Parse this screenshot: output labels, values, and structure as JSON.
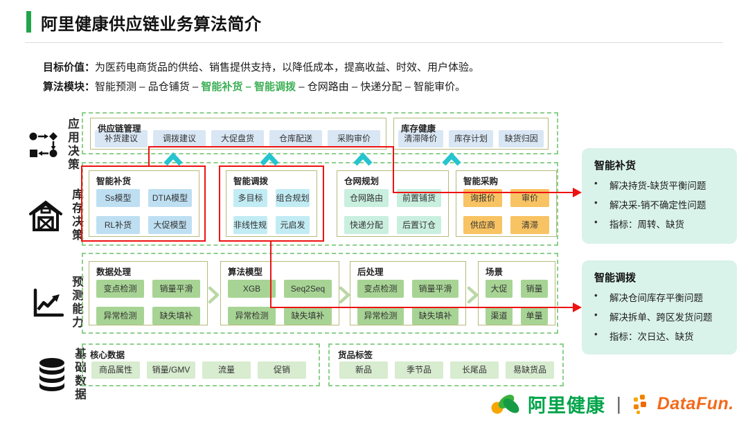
{
  "header": {
    "title": "阿里健康供应链业务算法简介"
  },
  "intro": {
    "value_label": "目标价值：",
    "value_text": "为医药电商货品的供给、销售提供支持，以降低成本，提高收益、时效、用户体验。",
    "module_label": "算法模块：",
    "module_pre": "智能预测 – 品仓铺货 – ",
    "module_highlight": "智能补货 – 智能调拨",
    "module_post": " – 仓网路由 – 快递分配 – 智能审价。"
  },
  "diagram": {
    "rows": [
      {
        "label": "应用决策",
        "icon": "workflow-icon",
        "groups": [
          {
            "title": "供应链管理",
            "chips": [
              "补货建议",
              "调拨建议",
              "大促盘货",
              "仓库配送",
              "采购审价"
            ],
            "chip_color": "#d9e6f4"
          },
          {
            "title": "库存健康",
            "chips": [
              "清滞降价",
              "库存计划",
              "缺货归因"
            ],
            "chip_color": "#d9e6f4"
          }
        ]
      },
      {
        "label": "库存决策",
        "icon": "barn-icon",
        "groups": [
          {
            "title": "智能补货",
            "chips": [
              "Ss模型",
              "DTIA模型",
              "RL补货",
              "大促模型"
            ],
            "chip_color": "#bedff2",
            "highlighted": true
          },
          {
            "title": "智能调拨",
            "chips": [
              "多目标",
              "组合规划",
              "非线性规划",
              "元启发"
            ],
            "chip_color": "#c2ecf4",
            "highlighted": true
          },
          {
            "title": "仓网规划",
            "chips": [
              "仓网路由",
              "前置铺货",
              "快递分配",
              "后置订仓"
            ],
            "chip_color": "#c9efdf"
          },
          {
            "title": "智能采购",
            "chips": [
              "询报价",
              "审价",
              "供应商",
              "清滞"
            ],
            "chip_color": "#f8c363"
          }
        ]
      },
      {
        "label": "预测能力",
        "icon": "trend-chart-icon",
        "groups": [
          {
            "title": "数据处理",
            "chips": [
              "变点检测",
              "销量平滑",
              "异常检测",
              "缺失填补"
            ],
            "chip_color": "#a7d494"
          },
          {
            "title": "算法模型",
            "chips": [
              "XGB",
              "Seq2Seq",
              "异常检测",
              "缺失填补"
            ],
            "chip_color": "#a7d494"
          },
          {
            "title": "后处理",
            "chips": [
              "变点检测",
              "销量平滑",
              "异常检测",
              "缺失填补"
            ],
            "chip_color": "#a7d494"
          },
          {
            "title": "场景",
            "chips": [
              "大促",
              "销量",
              "渠道",
              "单量"
            ],
            "chip_color": "#a7d494"
          }
        ]
      },
      {
        "label": "基础数据",
        "icon": "database-icon",
        "groups": [
          {
            "title": "核心数据",
            "chips": [
              "商品属性",
              "销量/GMV",
              "流量",
              "促销"
            ],
            "chip_color": "#d8ecd0"
          },
          {
            "title": "货品标签",
            "chips": [
              "新品",
              "季节品",
              "长尾品",
              "易缺货品"
            ],
            "chip_color": "#d8ecd0"
          }
        ]
      }
    ]
  },
  "callouts": [
    {
      "title": "智能补货",
      "bullets": [
        "解决持货-缺货平衡问题",
        "解决采-销不确定性问题",
        "指标：周转、缺货"
      ]
    },
    {
      "title": "智能调拨",
      "bullets": [
        "解决仓间库存平衡问题",
        "解决拆单、跨区发货问题",
        "指标：次日达、缺货"
      ]
    }
  ],
  "footer": {
    "brand_left": "阿里健康",
    "separator": "|",
    "brand_right": "DataFun."
  },
  "colors": {
    "accent_green": "#21a54b",
    "highlight_green": "#3cb054",
    "red": "#ee1111",
    "teal_arrow": "#25c4cf",
    "chip_blue": "#d9e6f4",
    "chip_lightblue": "#bedff2",
    "chip_cyan": "#c2ecf4",
    "chip_mint": "#c9efdf",
    "chip_orange": "#f8c363",
    "chip_green": "#a7d494",
    "chip_palegreen": "#d8ecd0",
    "callout_bg": "#d9f2ea",
    "border_olive": "#b6b97b",
    "border_dashed_green": "#8bd08b"
  }
}
